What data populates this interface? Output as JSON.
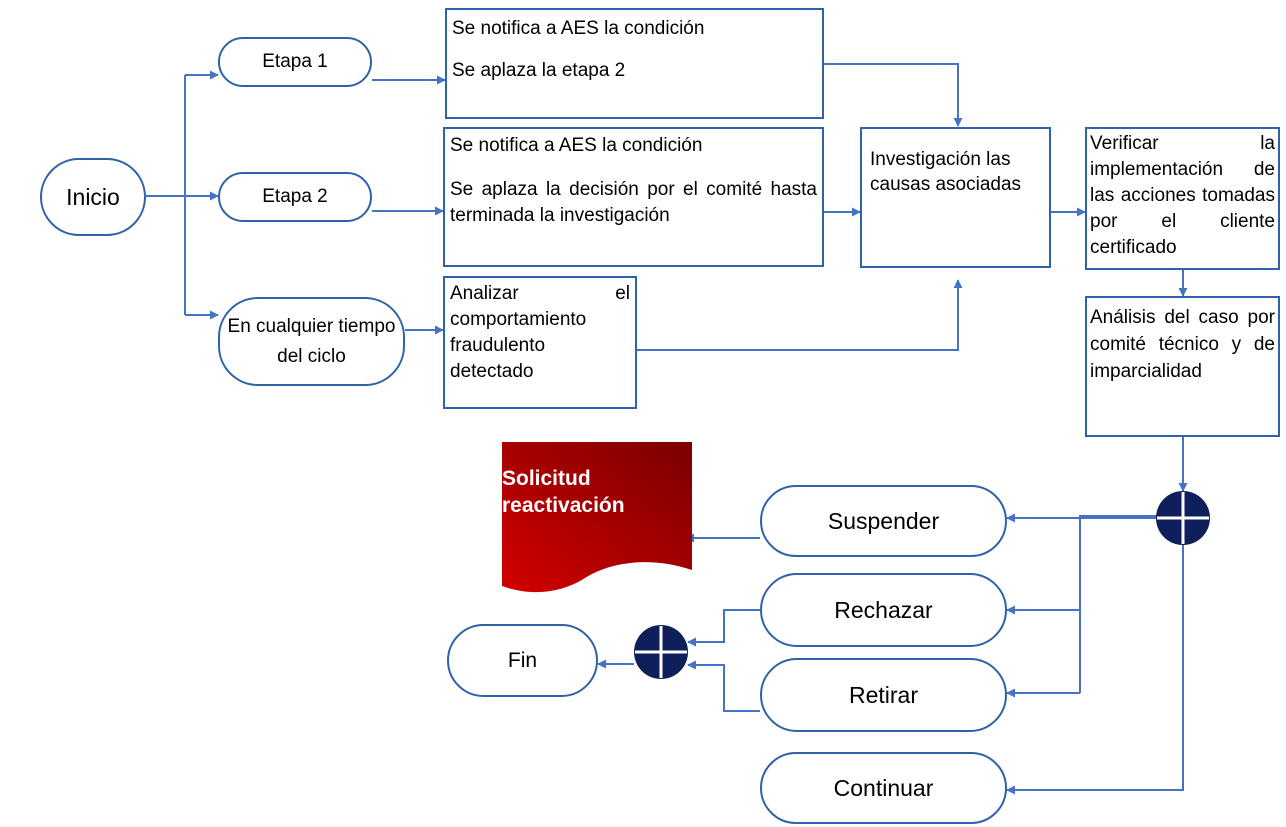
{
  "colors": {
    "line": "#4472c4",
    "border": "#2f62a8",
    "junction": "#0f1f5c",
    "document_dark": "#7a0000",
    "document_light": "#d30000"
  },
  "start": {
    "label": "Inicio"
  },
  "stages": {
    "stage1": "Etapa 1",
    "stage2": "Etapa 2",
    "anytime": "En cualquier tiempo del ciclo"
  },
  "boxes": {
    "stage1_notify": "Se notifica a AES la condición",
    "stage1_defer": "Se aplaza la etapa 2",
    "stage2_notify": "Se notifica a AES la condición",
    "stage2_defer": "Se aplaza la decisión por el comité hasta terminada la investigación",
    "analyze": "Analizar el comportamiento fraudulento detectado",
    "investigation": "Investigación las causas asociadas",
    "verify": "Verificar la implementación de las acciones tomadas por el cliente certificado",
    "committee": "Análisis del caso por comité técnico y de imparcialidad"
  },
  "document": {
    "label": "Solicitud reactivación"
  },
  "decisions": {
    "suspend": "Suspender",
    "reject": "Rechazar",
    "withdraw": "Retirar",
    "continue": "Continuar"
  },
  "end": {
    "label": "Fin"
  }
}
